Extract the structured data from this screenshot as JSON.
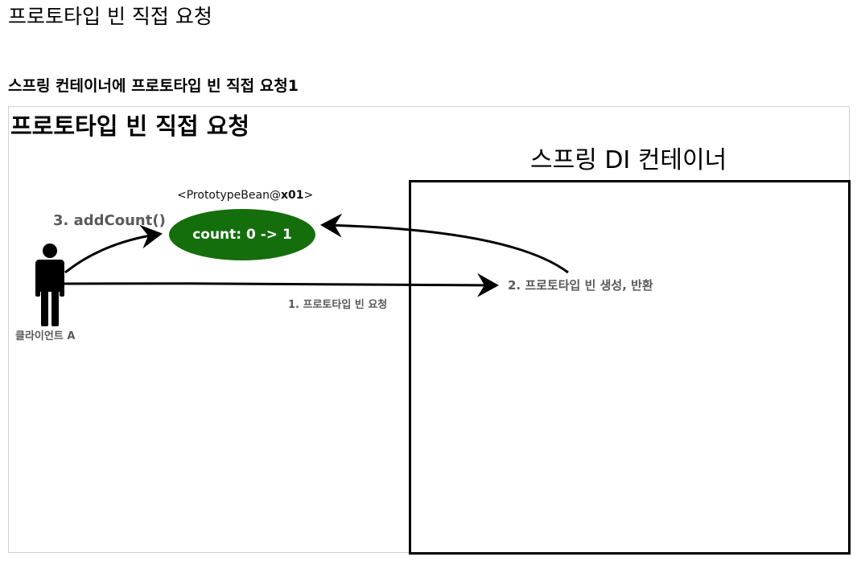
{
  "page": {
    "title": "프로토타입 빈 직접 요청",
    "section_heading": "스프링 컨테이너에 프로토타입 빈 직접 요청1"
  },
  "diagram": {
    "title": "프로토타입 빈 직접 요청",
    "container_label": "스프링 DI 컨테이너",
    "bean_name_prefix": "<PrototypeBean@",
    "bean_name_id": "x01",
    "bean_name_suffix": ">",
    "bean_state": "count: 0 -> 1",
    "client_label": "클라이언트 A",
    "steps": {
      "step1": "1. 프로토타입 빈 요청",
      "step2": "2. 프로토타입 빈 생성, 반환",
      "step3": "3. addCount()"
    },
    "colors": {
      "bean_fill": "#146e0c",
      "step_label": "#5a5a5a",
      "arrow": "#000000"
    },
    "icons": {
      "client": "person-icon"
    }
  }
}
